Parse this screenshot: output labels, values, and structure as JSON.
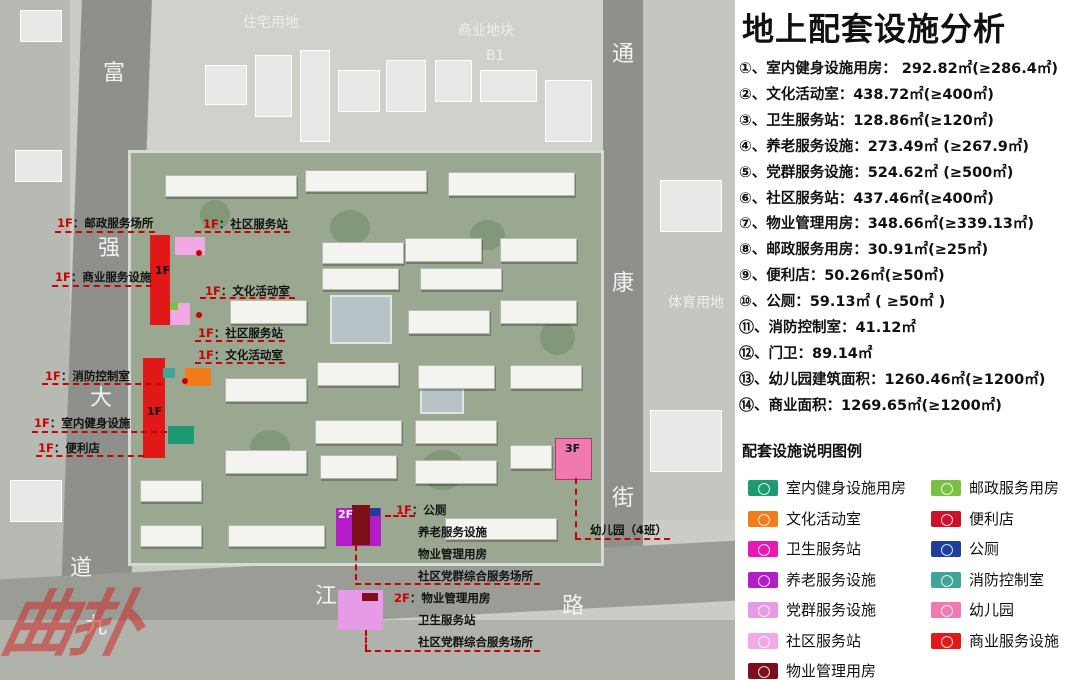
{
  "title": "地上配套设施分析",
  "areas": [
    {
      "num": "①",
      "text": "、室内健身设施用房：  292.82㎡(≥286.4㎡)"
    },
    {
      "num": "②",
      "text": "、文化活动室：438.72㎡(≥400㎡)"
    },
    {
      "num": "③",
      "text": "、卫生服务站：128.86㎡(≥120㎡)"
    },
    {
      "num": "④",
      "text": "、养老服务设施：273.49㎡ (≥267.9㎡)"
    },
    {
      "num": "⑤",
      "text": "、党群服务设施：524.62㎡ (≥500㎡)"
    },
    {
      "num": "⑥",
      "text": "、社区服务站：437.46㎡(≥400㎡)"
    },
    {
      "num": "⑦",
      "text": "、物业管理用房：348.66㎡(≥339.13㎡)"
    },
    {
      "num": "⑧",
      "text": "、邮政服务用房：30.91㎡(≥25㎡)"
    },
    {
      "num": "⑨",
      "text": "、便利店：50.26㎡(≥50㎡)"
    },
    {
      "num": "⑩",
      "text": "、公厕：59.13㎡ ( ≥50㎡ )"
    },
    {
      "num": "⑪",
      "text": "、消防控制室：41.12㎡"
    },
    {
      "num": "⑫",
      "text": "、门卫：89.14㎡"
    },
    {
      "num": "⑬",
      "text": "、幼儿园建筑面积：1260.46㎡(≥1200㎡)"
    },
    {
      "num": "⑭",
      "text": "、商业面积：1269.65㎡(≥1200㎡)"
    }
  ],
  "legend_title": "配套设施说明图例",
  "legend": [
    {
      "label": "室内健身设施用房",
      "color": "#1e9a73"
    },
    {
      "label": "邮政服务用房",
      "color": "#7ac143"
    },
    {
      "label": "文化活动室",
      "color": "#f07d1a"
    },
    {
      "label": "便利店",
      "color": "#d0102a"
    },
    {
      "label": "卫生服务站",
      "color": "#e619b4"
    },
    {
      "label": "公厕",
      "color": "#1f3f9a"
    },
    {
      "label": "养老服务设施",
      "color": "#b41cc8"
    },
    {
      "label": "消防控制室",
      "color": "#3fa596"
    },
    {
      "label": "党群服务设施",
      "color": "#e79ae6"
    },
    {
      "label": "幼儿园",
      "color": "#f07ab0"
    },
    {
      "label": "社区服务站",
      "color": "#f3a8e6"
    },
    {
      "label": "商业服务设施",
      "color": "#e01818"
    },
    {
      "label": "物业管理用房",
      "color": "#7d0f1a"
    }
  ],
  "map": {
    "roads": {
      "left": "富  强  大  道",
      "right": "通  康  街",
      "bottom": "九  江  路"
    },
    "roads_chars": {
      "left": [
        "富",
        "强",
        "大",
        "道"
      ],
      "right": [
        "通",
        "康",
        "街"
      ],
      "bottom": [
        "九",
        "江",
        "路"
      ]
    },
    "zones": {
      "residential": "住宅用地",
      "commercial": "商业地块",
      "commercial_code": "B1",
      "sports": "体育用地"
    },
    "floor_tags": {
      "west_tall_1": "1F",
      "west_tall_2": "1F",
      "south_2f": "2F",
      "kindergarten": "3F"
    },
    "callouts": [
      {
        "floor": "1F",
        "text": "：邮政服务场所"
      },
      {
        "floor": "1F",
        "text": "：社区服务站"
      },
      {
        "floor": "1F",
        "text": "：商业服务设施"
      },
      {
        "floor": "1F",
        "text": "：文化活动室"
      },
      {
        "floor": "1F",
        "text": "：社区服务站"
      },
      {
        "floor": "1F",
        "text": "：文化活动室"
      },
      {
        "floor": "1F",
        "text": "：消防控制室"
      },
      {
        "floor": "1F",
        "text": "：室内健身设施"
      },
      {
        "floor": "1F",
        "text": "：便利店"
      },
      {
        "floor": "1F",
        "text": "：公厕"
      },
      {
        "floor": "",
        "text": "养老服务设施"
      },
      {
        "floor": "",
        "text": "物业管理用房"
      },
      {
        "floor": "",
        "text": "社区党群综合服务场所"
      },
      {
        "floor": "2F",
        "text": "：物业管理用房"
      },
      {
        "floor": "",
        "text": "卫生服务站"
      },
      {
        "floor": "",
        "text": "社区党群综合服务场所"
      },
      {
        "floor": "",
        "text": "幼儿园（4班）"
      }
    ],
    "watermark": "曲扑"
  }
}
